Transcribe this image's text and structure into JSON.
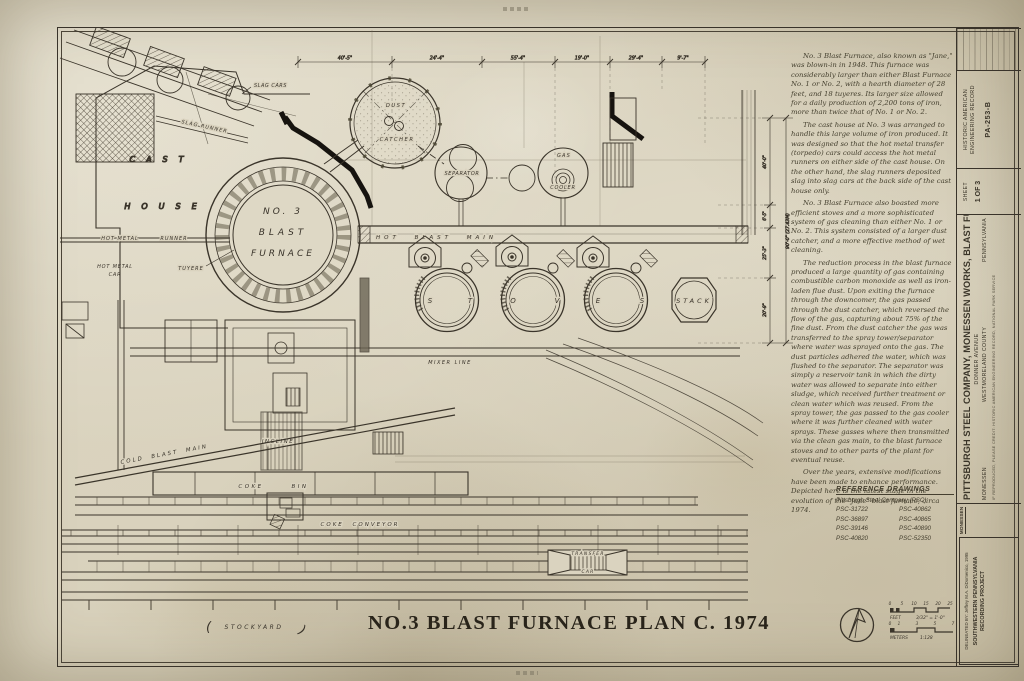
{
  "sheet_title": "NO.3 BLAST FURNACE PLAN C. 1974",
  "description": {
    "paragraphs": [
      "No. 3  Blast Furnace, also known as \"Jane,\" was blown-in in 1948. This furnace was considerably larger than either Blast Furnace No. 1 or No. 2, with a hearth diameter of 28 feet, and 18 tuyeres. Its larger size allowed for a daily production of 2,200 tons of iron, more than twice that of No. 1 or No. 2.",
      "The cast house at No. 3 was arranged to handle this large volume of iron produced. It was designed so that the hot metal transfer (torpedo) cars could access the hot metal runners on either side of the cast house. On the other hand, the slag runners deposited slag into slag cars at the back side of the cast house only.",
      "No. 3 Blast Furnace also boasted more efficient stoves and a more sophisticated system of gas cleaning than either No. 1 or No. 2. This system consisted of a larger dust catcher, and a more effective method of wet cleaning.",
      "The reduction process in the blast furnace produced a large quantity of gas containing combustible carbon monoxide as well as iron-laden flue dust. Upon exiting the furnace through the downcomer, the gas passed through the dust catcher, which reversed the flow of the gas, capturing about 75% of the fine dust. From the dust catcher the gas was transferred to the spray tower/separator where water was sprayed onto the gas. The dust particles adhered the water, which was flushed to the separator. The separator was simply a reservoir tank in which the dirty water was allowed to separate into either sludge, which received further treatment or clean water which was reused. From the spray tower, the gas passed to the gas cooler where it was further cleaned with water sprays. These gasses where then transmitted via the clean gas main, to the blast furnace stoves and to other parts of the plant for eventual reuse.",
      "Over the years, extensive modifications have been made to enhance performance.  Depicted here is the latest stage in the evolution of the \"Jane\" blast furnace, circa 1974."
    ]
  },
  "reference_drawings": {
    "heading": "REFERENCE  DRAWINGS",
    "source": "Pittsburgh Steel Company (PSC)",
    "col1": [
      "PSC-31722",
      "PSC-36897",
      "PSC-39146",
      "PSC-40820"
    ],
    "col2": [
      "PSC-40862",
      "PSC-40865",
      "PSC-40890",
      "PSC-52350"
    ]
  },
  "title_block": {
    "agency_line1": "HISTORIC AMERICAN",
    "agency_line2": "ENGINEERING RECORD",
    "record_no": "PA-253-B",
    "sheet_label": "SHEET",
    "sheet_no": "1 OF 3",
    "main_title": "PITTSBURGH STEEL COMPANY, MONESSEN WORKS, BLAST FURNACE NO.3",
    "address": "DONNER AVENUE",
    "city": "MONESSEN",
    "county": "WESTMORELAND  COUNTY",
    "state": "PENNSYLVANIA",
    "city_tab": "MONESSEN",
    "delineated_by": "DELINEATED BY: Jeffrey M.A. DiDomenico, 1995",
    "project_line1": "SOUTHWESTERN PENNSYLVANIA",
    "project_line2": "RECORDING PROJECT",
    "credit_line": "IF REPRODUCED, PLEASE CREDIT: HISTORIC AMERICAN ENGINEERING RECORD, NATIONAL PARK SERVICE"
  },
  "dimensions": {
    "top": [
      "40'-5\"",
      "24'-4\"",
      "55'-4\"",
      "19'-0\"",
      "29'-4\"",
      "9'-7\""
    ],
    "right": [
      "40'-0\"",
      "6'-5\"",
      "25'-3\"",
      "20'-9\""
    ],
    "right_overall": "90'-0\" (27.43M)"
  },
  "scale_bar": {
    "feet_label": "FEET",
    "feet_ticks": [
      "0",
      "5",
      "10",
      "15",
      "20",
      "25"
    ],
    "feet_ratio": "3/32\" = 1'-0\"",
    "meters_label": "METERS",
    "meters_ticks": [
      "0",
      "1",
      "3",
      "5",
      "7"
    ],
    "meters_ratio": "1:128"
  },
  "plan_labels": {
    "slag_cars": "SLAG CARS",
    "slag_runner": "SLAG RUNNER",
    "cast_house_line1": "CAST",
    "cast_house_line2": "HOUSE",
    "furnace_line1": "NO. 3",
    "furnace_line2": "BLAST",
    "furnace_line3": "FURNACE",
    "hot_metal": "HOT METAL",
    "runner": "RUNNER",
    "hot_metal_car_line1": "HOT METAL",
    "hot_metal_car_line2": "CAR",
    "tuyere": "TUYERE",
    "dust_catcher_line1": "DUST",
    "dust_catcher_line2": "CATCHER",
    "separator": "SEPARATOR",
    "gas_cooler_line1": "GAS",
    "gas_cooler_line2": "COOLER",
    "hot_blast_main": "HOT BLAST MAIN",
    "stove_letters": [
      "S",
      "T",
      "O",
      "V",
      "E",
      "S"
    ],
    "stack": "STACK",
    "mixer_line": "MIXER LINE",
    "cold_blast_main": "COLD BLAST MAIN",
    "incline": "INCLINE",
    "coke": "COKE",
    "bin": "BIN",
    "coke_conveyor": "COKE CONVEYOR",
    "transfer_line1": "TRANSFER",
    "transfer_line2": "CAR",
    "stockyard": "STOCKYARD",
    "brace_left": "(",
    "brace_right": ")"
  }
}
